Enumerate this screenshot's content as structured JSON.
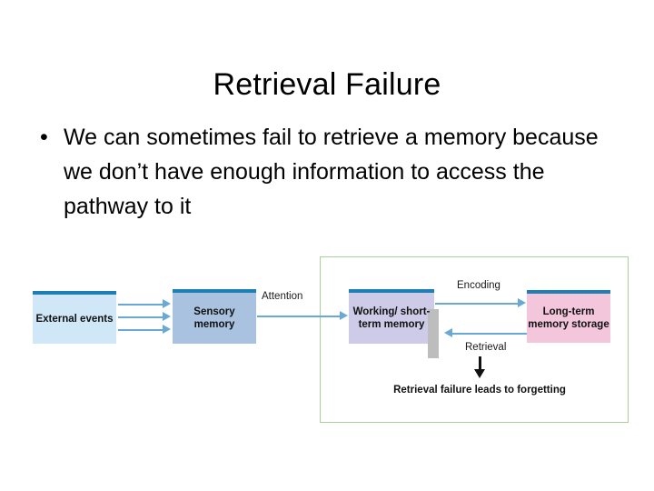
{
  "slide": {
    "title": "Retrieval Failure",
    "bullets": [
      {
        "marker": "•",
        "text": "We can sometimes fail to retrieve a memory because we don’t have enough information to access the pathway to it"
      }
    ]
  },
  "diagram": {
    "nodes": {
      "external_events": "External events",
      "sensory_memory": "Sensory memory",
      "working_memory": "Working/ short-term memory",
      "long_term_memory": "Long-term memory storage"
    },
    "connector_labels": {
      "attention": "Attention",
      "encoding": "Encoding",
      "retrieval": "Retrieval"
    },
    "caption": "Retrieval failure leads to forgetting",
    "colors": {
      "node_top_bar": "#1f7fb5",
      "external_events_fill": "#cfe7f7",
      "sensory_memory_fill": "#a8c2e0",
      "working_memory_fill": "#cdcbe8",
      "long_term_memory_fill": "#f3c6dc",
      "arrow": "#6aa9d6",
      "frame_border": "#a9cf9c",
      "block_bar": "#bdbdbd",
      "caption_arrow": "#111111"
    }
  }
}
